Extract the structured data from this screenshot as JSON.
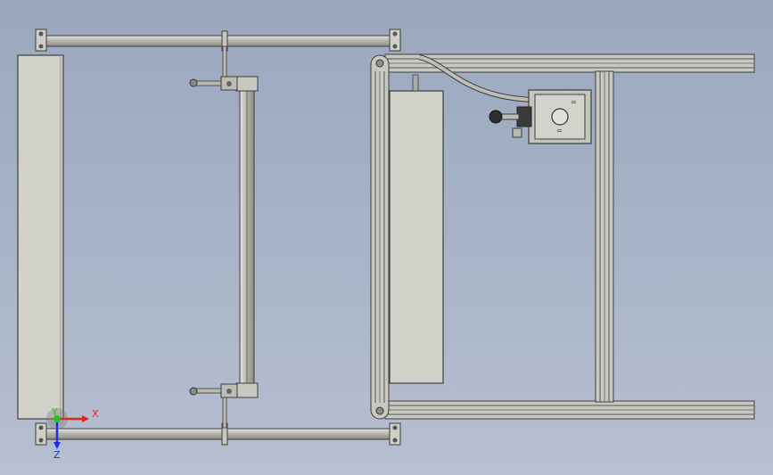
{
  "viewport": {
    "background_top": "#9aa7bd",
    "background_bottom": "#b7c0d1"
  },
  "model": {
    "description_colors": {
      "panel_fill": "#d2d2cb",
      "tube_fill": "#bdbdb4",
      "edge": "#3d3d3d",
      "profile_fill": "#c9c9c2"
    },
    "motor_symbols": {
      "label_top": "=",
      "label_bottom": "="
    }
  },
  "triad": {
    "x_label": "X",
    "y_label": "Y",
    "z_label": "Z",
    "x_color": "#e8231c",
    "y_color": "#27c21c",
    "z_color": "#2230d8"
  }
}
